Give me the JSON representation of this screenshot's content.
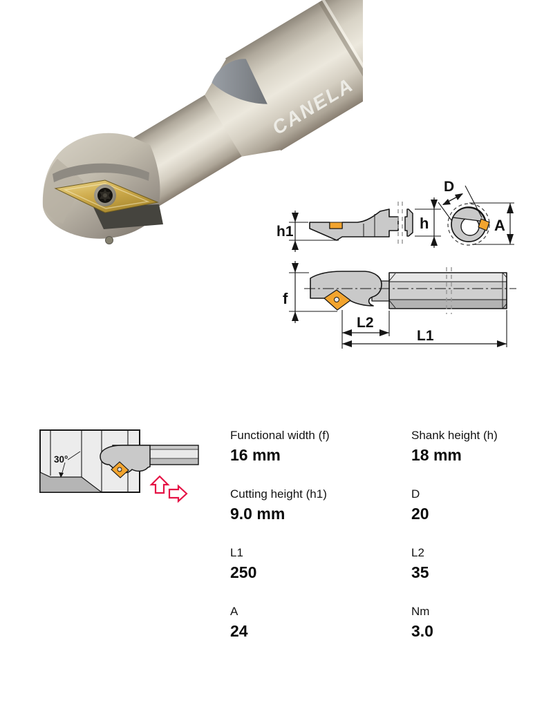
{
  "photo": {
    "brand_text": "CANELA",
    "description": "Boring bar with gold diamond insert and torx screw"
  },
  "diagrams": {
    "side_view": {
      "dim_h1": "h1",
      "dim_h": "h"
    },
    "end_view": {
      "dim_D": "D",
      "dim_A": "A"
    },
    "profile_view": {
      "dim_f": "f",
      "dim_L2": "L2",
      "dim_L1": "L1"
    },
    "colors": {
      "insert": "#f2a42e",
      "body": "#c9c9c9",
      "body_light": "#e7e7e7",
      "body_dark": "#b3b3b3",
      "line": "#161616"
    }
  },
  "schematic": {
    "angle_label": "30°",
    "arrow_color": "#e51245"
  },
  "specs": {
    "rows": [
      {
        "cells": [
          {
            "label": "Functional width (f)",
            "value": "16 mm"
          },
          {
            "label": "Shank height (h)",
            "value": "18 mm"
          }
        ]
      },
      {
        "cells": [
          {
            "label": "Cutting height (h1)",
            "value": "9.0 mm"
          },
          {
            "label": "D",
            "value": "20"
          }
        ]
      },
      {
        "cells": [
          {
            "label": "L1",
            "value": "250"
          },
          {
            "label": "L2",
            "value": "35"
          }
        ]
      },
      {
        "cells": [
          {
            "label": "A",
            "value": "24"
          },
          {
            "label": "Nm",
            "value": "3.0"
          }
        ]
      }
    ]
  }
}
